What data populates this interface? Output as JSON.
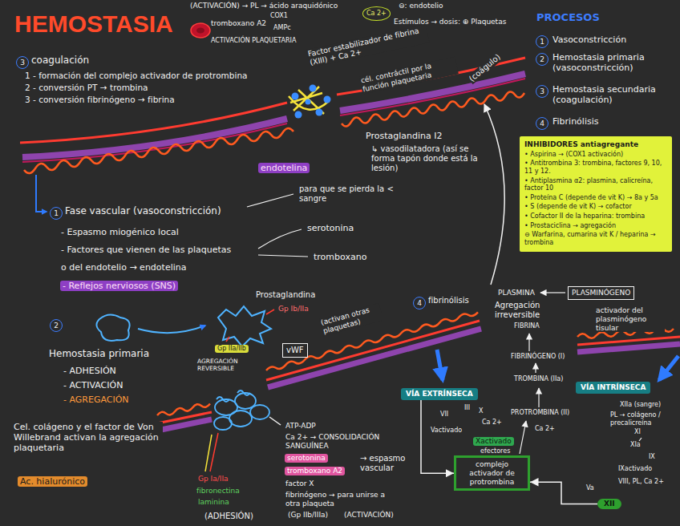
{
  "diagram": {
    "title": "HEMOSTASIA",
    "nodes": [
      {
        "text": [
          "Ca 2+"
        ]
      },
      {
        "text": [
          "INHIBIDORES antiagregante",
          "• Aspirina → (COX1 activación)",
          "• Antitrombina 3: trombina, factores 9, 10, 11 y 12.",
          "• Antiplasmina α2: plasmina, calicreína, factor 10",
          "• Proteína C (depende de vit K) → 8a y 5a",
          "• S (depende de vit K) → cofactor",
          "• Cofactor II de la heparina: trombina",
          "• Prostaciclina → agregación",
          "⊖ Warfarina, cumarina vit K / heparina → trombina"
        ]
      },
      {
        "text": [
          "vWF"
        ]
      },
      {
        "text": [
          "VÍA EXTRÍNSECA"
        ]
      },
      {
        "text": [
          "PLASMINÓGENO"
        ]
      },
      {
        "text": [
          "VÍA INTRÍNSECA"
        ]
      },
      {
        "text": [
          "complejo activador de protrombina"
        ]
      },
      {
        "text": [
          "XII"
        ]
      }
    ],
    "edges": [
      {
        "from": 3,
        "to": 6,
        "arrow": "to"
      },
      {
        "from": 7,
        "to": 6,
        "arrow": "to"
      }
    ],
    "labels": [
      "(ACTIVACIÓN) → PL → ácido araquidónico",
      "tromboxano A2",
      "COX1",
      "AMPc",
      "ACTIVACIÓN PLAQUETARIA",
      "⊖: endotelio",
      "Estímulos → dosis: ⊕ Plaquetas",
      "PROCESOS",
      "1",
      "Vasoconstricción",
      "2",
      "Hemostasia primaria (vasoconstricción)",
      "3",
      "Hemostasia secundaria (coagulación)",
      "4",
      "Fibrinólisis",
      "3",
      "coagulación",
      "1 - formación del complejo activador de protrombina",
      "2 - conversión PT → trombina",
      "3 - conversión fibrinógeno → fibrina",
      "Factor estabilizador de fibrina (XIII) + Ca 2+",
      "cél. contráctil por la función plaquetaria",
      "(coágulo)",
      "endotelina",
      "Prostaglandina I2",
      "↳ vasodilatadora (así se forma tapón donde está la lesión)",
      "1",
      "Fase vascular (vasoconstricción)",
      "para que se pierda la < sangre",
      "- Espasmo miogénico local",
      "serotonina",
      "- Factores que vienen de las plaquetas",
      "o del endotelio → endotelina",
      "tromboxano",
      "- Reflejos nerviosos (SNS)",
      "2",
      "Prostaglandina",
      "Gp Ib/IIa",
      "Gp IIa/IIb",
      "AGREGACIÓN REVERSIBLE",
      "(activan otras plaquetas)",
      "Hemostasia primaria",
      "- ADHESIÓN",
      "- ACTIVACIÓN",
      "- AGREGACIÓN",
      "Cel. colágeno y el factor de Von Willebrand activan la agregación plaquetaria",
      "Ac. hialurónico",
      "ATP-ADP",
      "Ca 2+ → CONSOLIDACIÓN SANGUÍNEA",
      "serotonina",
      "tromboxano A2",
      "→ espasmo vascular",
      "factor X",
      "fibrinógeno → para unirse a otra plaqueta",
      "(Gp IIb/IIIa)",
      "(ACTIVACIÓN)",
      "Gp Ia/IIa",
      "fibronectina",
      "laminina",
      "(ADHESIÓN)",
      "4",
      "fibrinólisis",
      "III",
      "VII",
      "X",
      "Ca 2+",
      "Vactivado",
      "Xactivado",
      "efectores",
      "PLASMINA",
      "Agregación irreversible",
      "FIBRINA",
      "activador del plasminógeno tisular",
      "FIBRINÓGENO (I)",
      "TROMBINA (IIa)",
      "PROTROMBINA (II)",
      "Ca 2+",
      "XIIa (sangre)",
      "PL → colágeno / precalicreína",
      "XI",
      "XIa",
      "IX",
      "IXactivado",
      "VIII, PL, Ca 2+",
      "Va"
    ]
  }
}
